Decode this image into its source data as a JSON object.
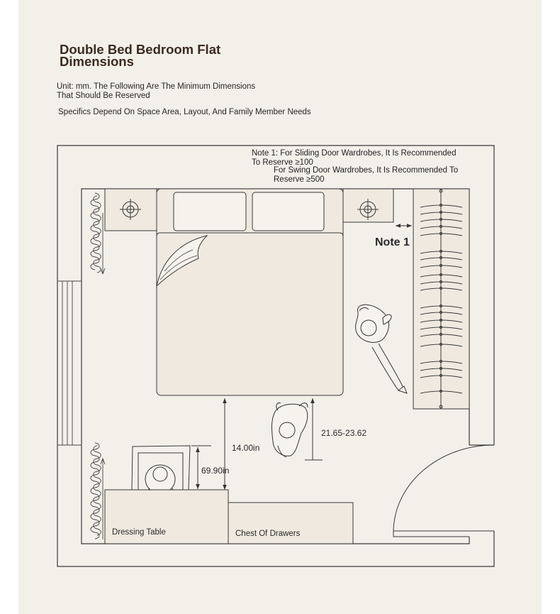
{
  "header": {
    "title_line1": "Double Bed Bedroom Flat",
    "title_line2": "Dimensions",
    "unit_line1": "Unit: mm. The Following Are The Minimum Dimensions",
    "unit_line2": "That Should Be Reserved",
    "specifics": "Specifics Depend On Space Area, Layout, And Family Member Needs"
  },
  "notes": {
    "sliding_line1": "Note 1: For Sliding Door Wardrobes, It Is Recommended",
    "sliding_line2": "To Reserve ≥100",
    "swing_line1": "For Swing Door Wardrobes, It Is Recommended To",
    "swing_line2": "Reserve ≥500",
    "marker": "Note 1"
  },
  "dimensions": {
    "bed_to_dresser": "14.00in",
    "bed_clearance": "21.65-23.62",
    "chair_depth": "69.90in"
  },
  "furniture": {
    "dressing_table": "Dressing Table",
    "chest_of_drawers": "Chest Of Drawers"
  },
  "colors": {
    "background": "#f3f0ea",
    "title": "#3b2b20",
    "text": "#2a2521",
    "line": "#3a3a3a",
    "furniture_fill": "#efe9e0"
  }
}
